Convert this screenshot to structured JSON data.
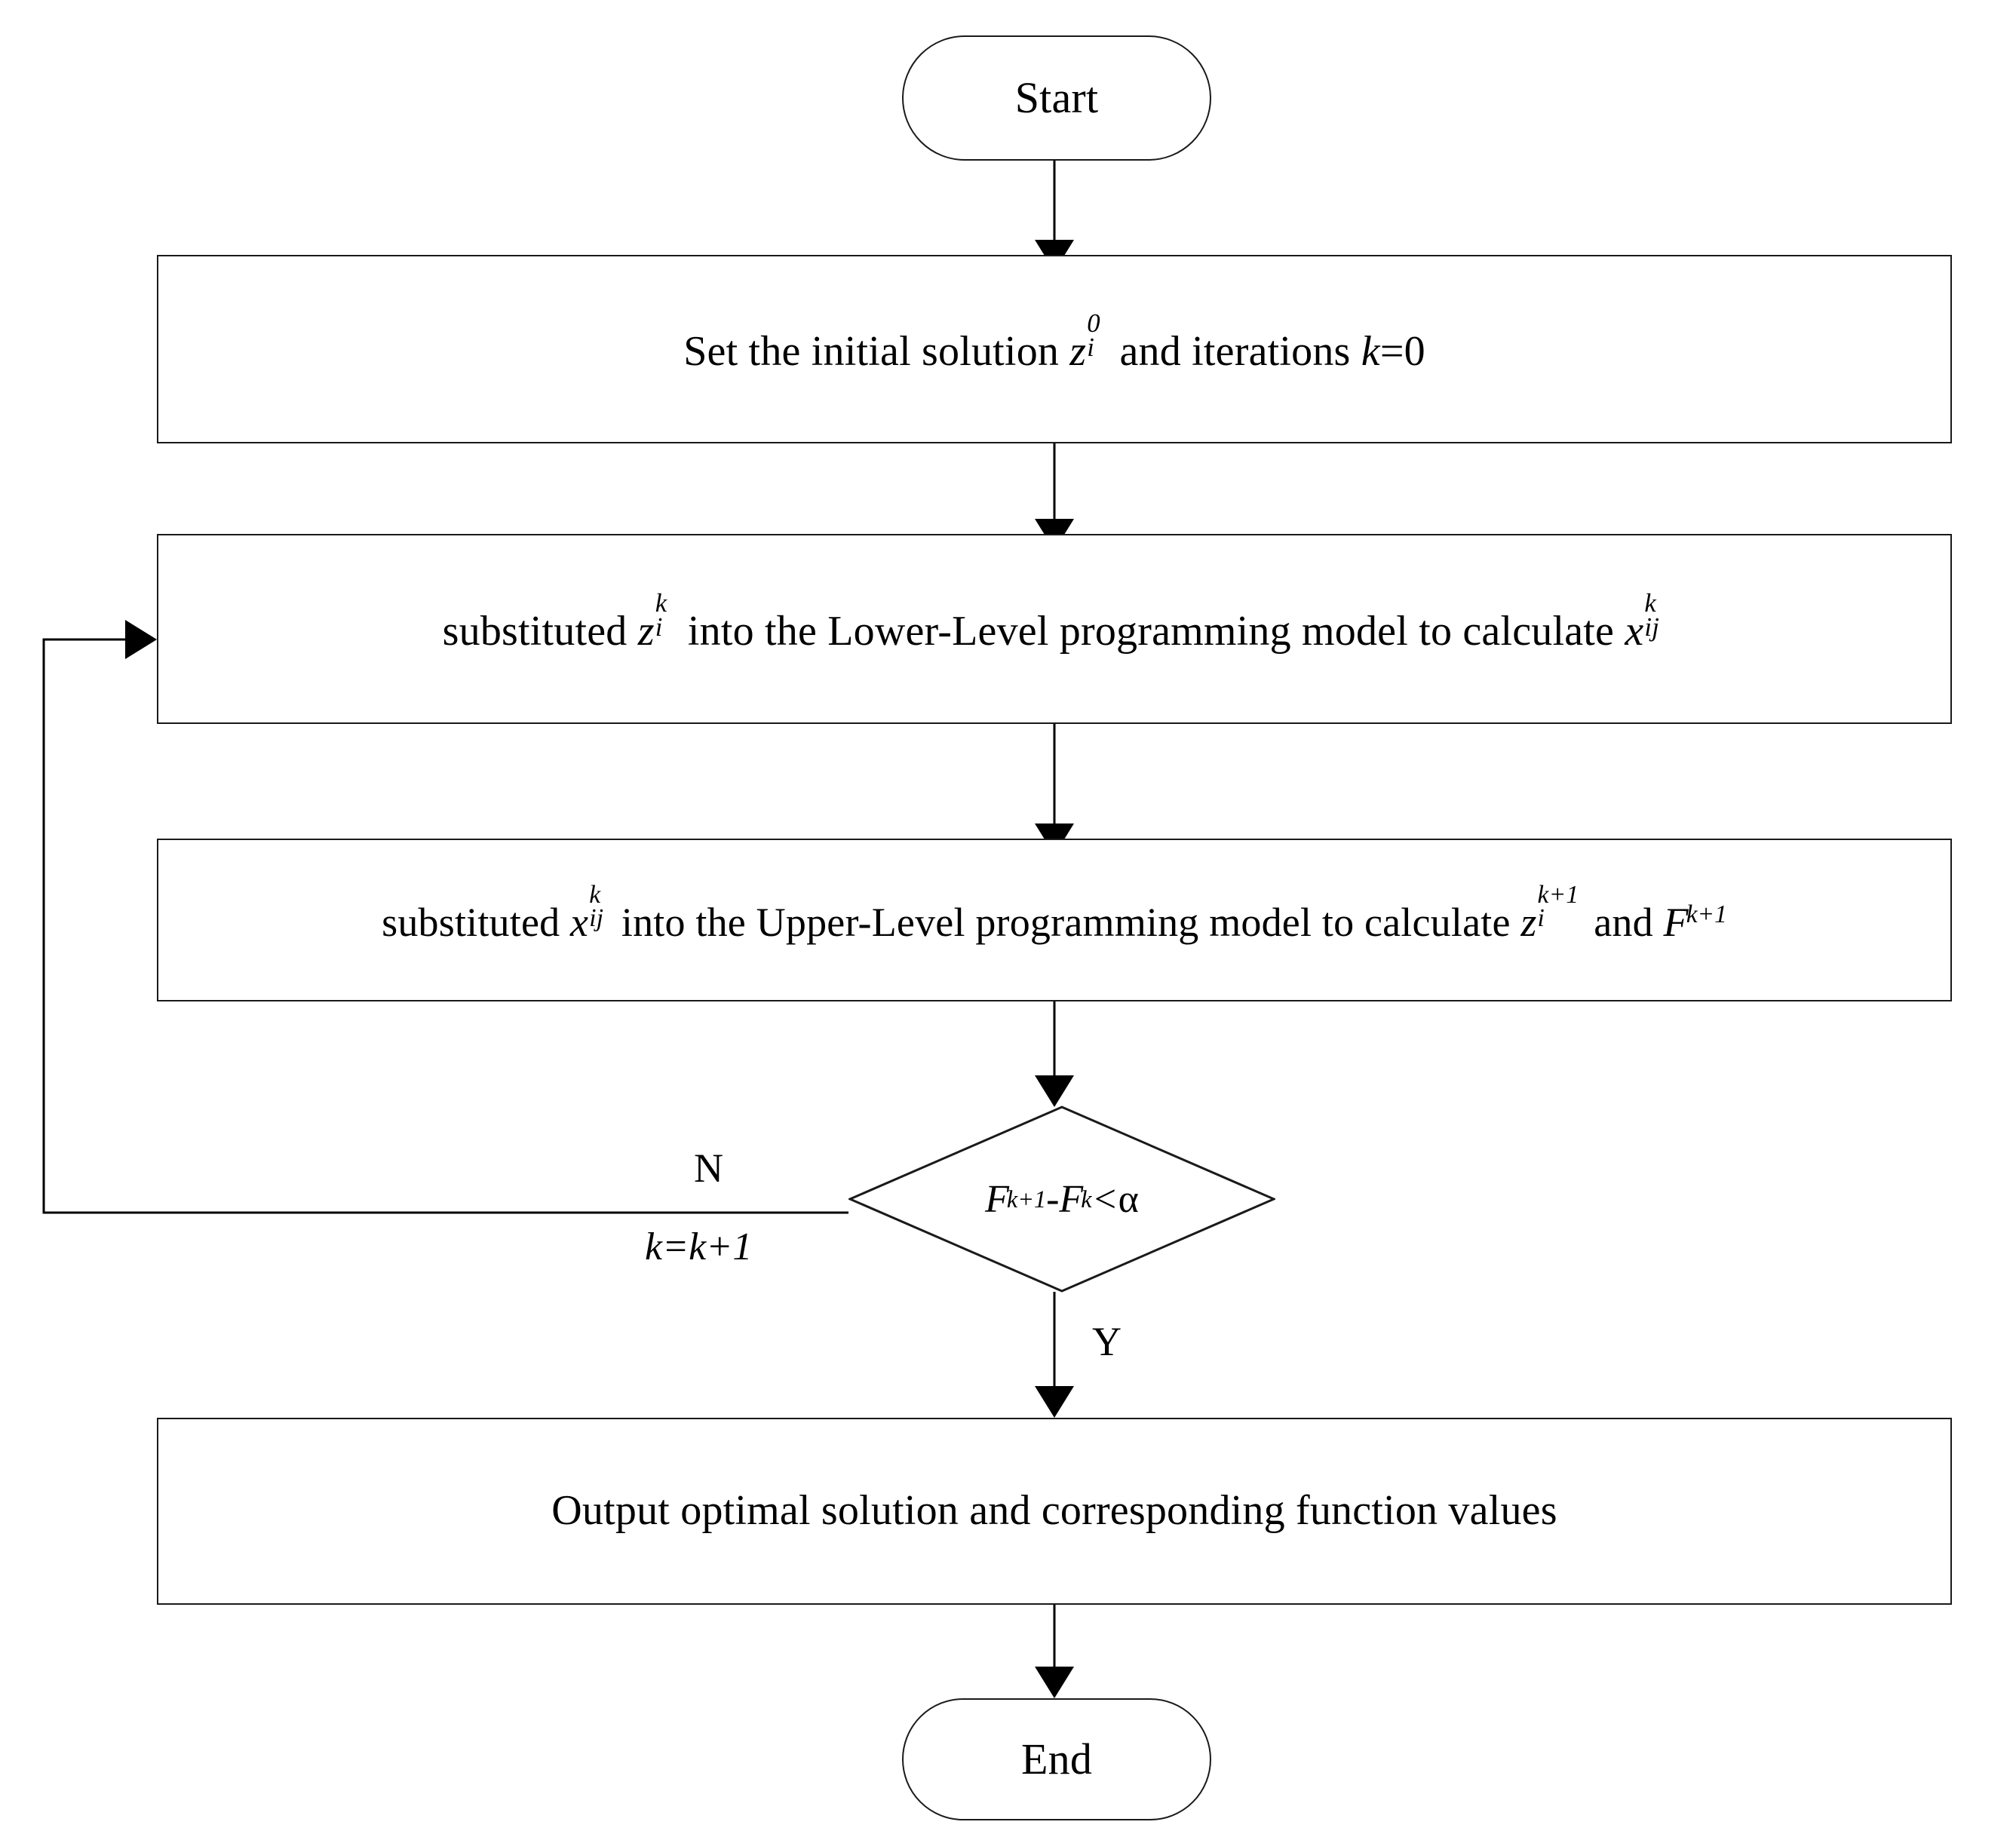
{
  "diagram": {
    "title": "Bi-level programming iterative solution flowchart",
    "type": "flowchart",
    "background_color": "#ffffff",
    "stroke_color": "#1a1a1a",
    "nodes": [
      {
        "id": "start",
        "shape": "terminator",
        "text": "Start"
      },
      {
        "id": "init",
        "shape": "process",
        "text_parts": {
          "p1": "Set the initial solution ",
          "var1": "z",
          "var1_sub": "i",
          "var1_sup": "0",
          "p2": " and iterations ",
          "var2": "k",
          "p3": "=0"
        },
        "plain_text": "Set the initial solution z_i^0 and iterations k=0"
      },
      {
        "id": "lower-level",
        "shape": "process",
        "text_parts": {
          "p1": "substituted ",
          "var1": "z",
          "var1_sub": "i",
          "var1_sup": "k",
          "p2": " into the Lower-Level programming model to calculate ",
          "var2": "x",
          "var2_sub": "ij",
          "var2_sup": "k"
        },
        "plain_text": "substituted z_i^k into the Lower-Level programming model to calculate x_ij^k"
      },
      {
        "id": "upper-level",
        "shape": "process",
        "text_parts": {
          "p1": "substituted ",
          "var1": "x",
          "var1_sub": "ij",
          "var1_sup": "k",
          "p2": " into the Upper-Level programming model to calculate ",
          "var2": "z",
          "var2_sub": "i",
          "var2_sup": "k+1",
          "p3": " and ",
          "var3": "F",
          "var3_sup": "k+1"
        },
        "plain_text": "substituted x_ij^k into the Upper-Level programming model to calculate z_i^{k+1} and F^{k+1}"
      },
      {
        "id": "convergence-check",
        "shape": "decision",
        "text_parts": {
          "var1": "F",
          "var1_sup": "k+1",
          "op1": "-",
          "var2": "F",
          "var2_sup": "k",
          "op2": "<",
          "sym": "α"
        },
        "plain_text": "F^{k+1}-F^k<α"
      },
      {
        "id": "output",
        "shape": "process",
        "text": "Output optimal solution and corresponding function values"
      },
      {
        "id": "end",
        "shape": "terminator",
        "text": "End"
      }
    ],
    "edge_labels": {
      "no_branch": "N",
      "no_branch_action": "k=k+1",
      "yes_branch": "Y"
    }
  }
}
